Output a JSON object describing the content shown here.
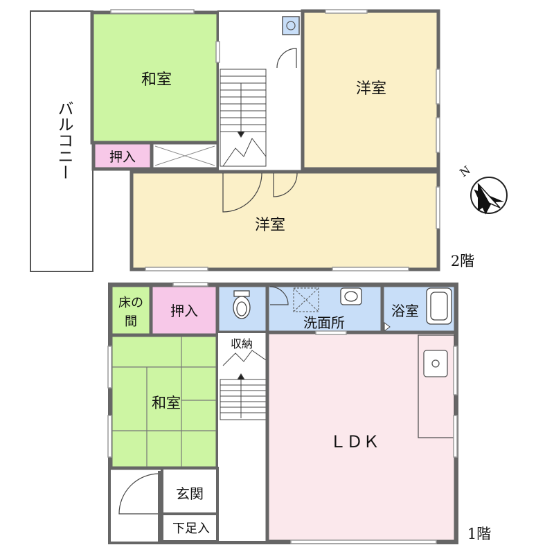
{
  "floor2": {
    "floor_label": "2階",
    "balcony": "バルコニー",
    "washitsu": "和室",
    "oshiire": "押入",
    "youshitsu_ne": "洋室",
    "youshitsu_s": "洋室"
  },
  "floor1": {
    "floor_label": "1階",
    "tokonoma_1": "床の",
    "tokonoma_2": "間",
    "oshiire": "押入",
    "senmenjo": "洗面所",
    "yokushitsu": "浴室",
    "shuno": "収納",
    "washitsu": "和室",
    "ldk": "ＬＤＫ",
    "genkan": "玄関",
    "getabako": "下足入"
  },
  "colors": {
    "green": "#cdf5a3",
    "pink": "#f7c8e8",
    "beige": "#fbf0c8",
    "blue": "#c8def8",
    "ldk": "#fbe8ec",
    "wall": "#6e6e6e"
  },
  "compass": {
    "letter": "N",
    "icon": "north-arrow-icon"
  }
}
